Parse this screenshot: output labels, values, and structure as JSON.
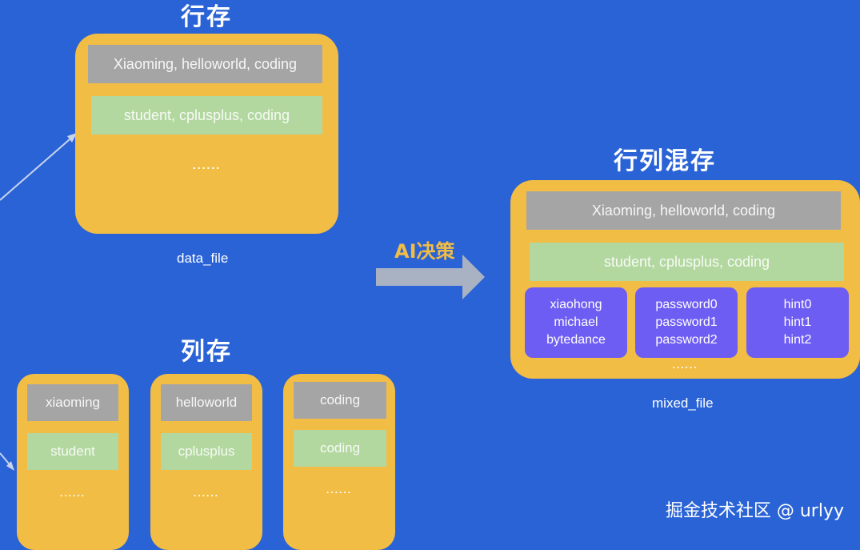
{
  "row_store": {
    "title": "行存",
    "rows": [
      "Xiaoming, helloworld, coding",
      "student, cplusplus, coding"
    ],
    "dots": "......",
    "caption": "data_file"
  },
  "column_store": {
    "title": "列存",
    "columns": [
      {
        "top": "xiaoming",
        "bottom": "student",
        "dots": "......"
      },
      {
        "top": "helloworld",
        "bottom": "cplusplus",
        "dots": "......"
      },
      {
        "top": "coding",
        "bottom": "coding",
        "dots": "......"
      }
    ]
  },
  "decision": {
    "label": "AI决策"
  },
  "mixed_store": {
    "title": "行列混存",
    "rows": [
      "Xiaoming, helloworld, coding",
      "student, cplusplus, coding"
    ],
    "blocks": [
      [
        "xiaohong",
        "michael",
        "bytedance"
      ],
      [
        "password0",
        "password1",
        "password2"
      ],
      [
        "hint0",
        "hint1",
        "hint2"
      ]
    ],
    "dots": "......",
    "caption": "mixed_file"
  },
  "watermark": "掘金技术社区 @ urlyy",
  "colors": {
    "background": "#2a63d6",
    "panel": "#f2bd44",
    "gray_row": "#a6a5a6",
    "green_row": "#b2d8a0",
    "purple_block": "#6e5df2",
    "arrow": "#a9b2c3"
  }
}
